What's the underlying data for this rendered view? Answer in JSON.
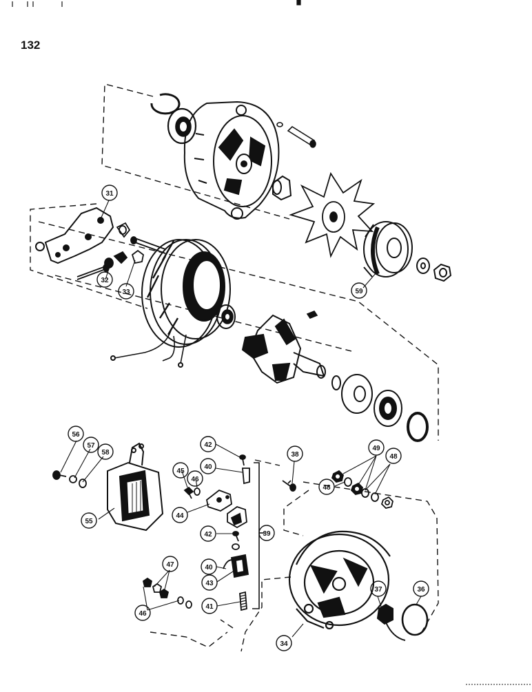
{
  "page": {
    "number": "132"
  },
  "callouts": [
    {
      "id": "c31",
      "label": "31"
    },
    {
      "id": "c32",
      "label": "32"
    },
    {
      "id": "c33",
      "label": "33"
    },
    {
      "id": "c59",
      "label": "59"
    },
    {
      "id": "c56",
      "label": "56"
    },
    {
      "id": "c57",
      "label": "57"
    },
    {
      "id": "c58",
      "label": "58"
    },
    {
      "id": "c55",
      "label": "55"
    },
    {
      "id": "c45",
      "label": "45"
    },
    {
      "id": "c46a",
      "label": "46"
    },
    {
      "id": "c44",
      "label": "44"
    },
    {
      "id": "c42a",
      "label": "42"
    },
    {
      "id": "c40a",
      "label": "40"
    },
    {
      "id": "c42b",
      "label": "42"
    },
    {
      "id": "c40b",
      "label": "40"
    },
    {
      "id": "c43",
      "label": "43"
    },
    {
      "id": "c41",
      "label": "41"
    },
    {
      "id": "c39",
      "label": "39"
    },
    {
      "id": "c38",
      "label": "38"
    },
    {
      "id": "c49",
      "label": "49"
    },
    {
      "id": "c48a",
      "label": "48"
    },
    {
      "id": "c48b",
      "label": "48"
    },
    {
      "id": "c47",
      "label": "47"
    },
    {
      "id": "c46b",
      "label": "46"
    },
    {
      "id": "c37",
      "label": "37"
    },
    {
      "id": "c36",
      "label": "36"
    },
    {
      "id": "c34",
      "label": "34"
    }
  ]
}
